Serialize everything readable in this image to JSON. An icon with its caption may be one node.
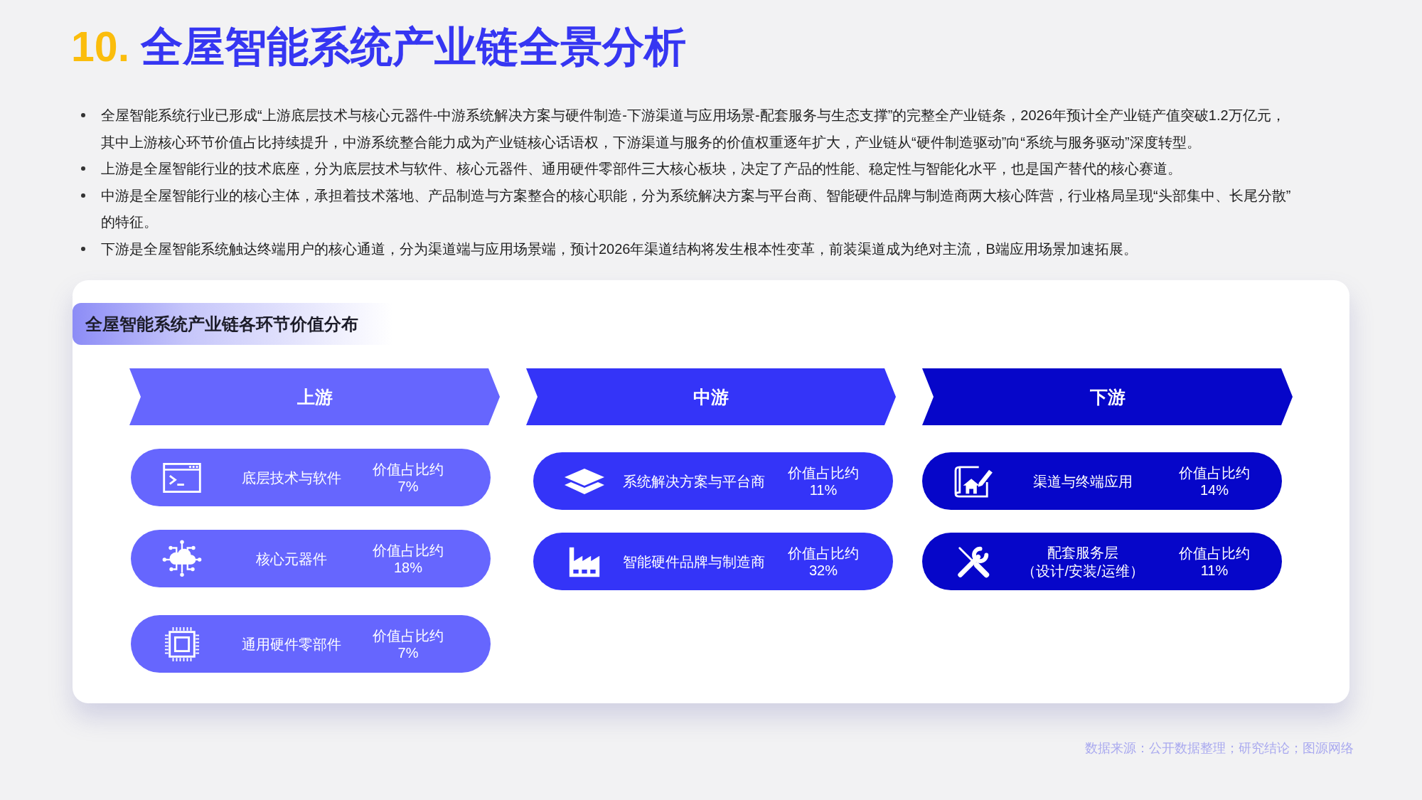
{
  "diagram": {
    "title": "10. 全屋智能系统产业链全景分析",
    "nodes": [
      {
        "text": [],
        "shape": "box"
      },
      {
        "text": [
          "全屋智能系统产业链各环节价值分布"
        ],
        "in": 0
      },
      {
        "text": [
          "上游"
        ],
        "in": 0
      },
      {
        "text": [
          "中游"
        ],
        "in": 0
      },
      {
        "text": [
          "下游"
        ],
        "in": 0
      },
      {
        "text": [
          "底层技术与软件",
          "价值占比约7%"
        ],
        "in": 0
      },
      {
        "text": [
          "核心元器件",
          "价值占比约18%"
        ],
        "in": 0
      },
      {
        "text": [
          "通用硬件零部件",
          "价值占比约7%"
        ],
        "in": 0
      },
      {
        "text": [
          "系统解决方案与平台商",
          "价值占比约11%"
        ],
        "in": 0
      },
      {
        "text": [
          "智能硬件品牌与制造商",
          "价值占比约32%"
        ],
        "in": 0
      },
      {
        "text": [
          "渠道与终端应用",
          "价值占比约14%"
        ],
        "in": 0
      },
      {
        "text": [
          "配套服务层",
          "（设计/安装/运维）",
          "价值占比约11%"
        ],
        "in": 0
      }
    ],
    "labels": [
      "全屋智能系统行业已形成“上游底层技术与核心元器件-中游系统解决方案与硬件制造-下游渠道与应用场景-配套服务与生态支撑”的完整全产业链条，2026年预计全产业链产值突破1.2万亿元，其中上游核心环节价值占比持续提升，中游系统整合能力成为产业链核心话语权，下游渠道与服务的价值权重逐年扩大，产业链从“硬件制造驱动”向“系统与服务驱动”深度转型。",
      "上游是全屋智能行业的技术底座，分为底层技术与软件、核心元器件、通用硬件零部件三大核心板块，决定了产品的性能、稳定性与智能化水平，也是国产替代的核心赛道。",
      "中游是全屋智能行业的核心主体，承担着技术落地、产品制造与方案整合的核心职能，分为系统解决方案与平台商、智能硬件品牌与制造商两大核心阵营，行业格局呈现“头部集中、长尾分散”的特征。",
      "下游是全屋智能系统触达终端用户的核心通道，分为渠道端与应用场景端，预计2026年渠道结构将发生根本性变革，前装渠道成为绝对主流，B端应用场景加速拓展。",
      "数据来源：公开数据整理；研究结论；图源网络"
    ]
  }
}
